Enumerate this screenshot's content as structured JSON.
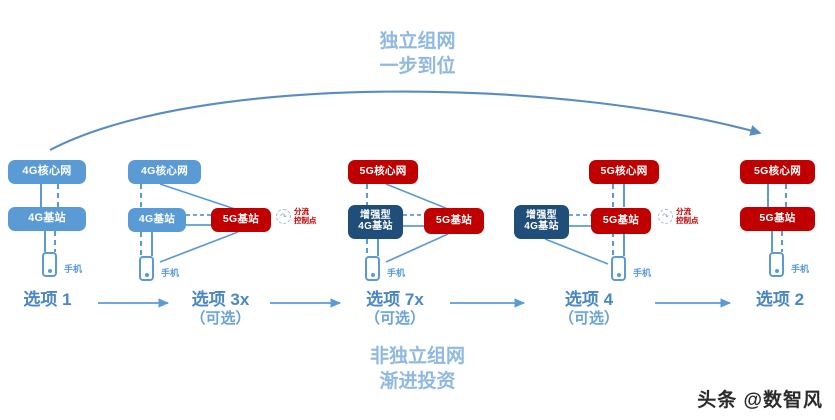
{
  "headings": {
    "top_line1": "独立组网",
    "top_line2": "一步到位",
    "bottom_line1": "非独立组网",
    "bottom_line2": "渐进投资"
  },
  "watermark": "头条 @数智风",
  "colors": {
    "blue": "#5B9BD5",
    "navy": "#1F4E79",
    "red": "#C00000",
    "heading_blue": "#8FB9E0",
    "option_blue": "#4A87C4"
  },
  "phone_label": "手机",
  "split_point": {
    "line1": "分流",
    "line2": "控制点",
    "icon": "arrow-in-dashed-circle-icon"
  },
  "columns": [
    {
      "id": "option-1",
      "option_main": "选项 1",
      "option_sub": "",
      "option_color": "blue",
      "nodes": [
        {
          "label": "4G核心网",
          "type": "blue"
        },
        {
          "label": "4G基站",
          "type": "blue"
        }
      ],
      "has_split_point": false
    },
    {
      "id": "option-3x",
      "option_main": "选项 3x",
      "option_sub": "（可选）",
      "option_color": "blue",
      "nodes": [
        {
          "label": "4G核心网",
          "type": "blue"
        },
        {
          "label": "4G基站",
          "type": "blue"
        },
        {
          "label": "5G基站",
          "type": "red"
        }
      ],
      "has_split_point": true
    },
    {
      "id": "option-7x",
      "option_main": "选项 7x",
      "option_sub": "（可选）",
      "option_color": "blue",
      "nodes": [
        {
          "label": "5G核心网",
          "type": "red"
        },
        {
          "label_line1": "增强型",
          "label_line2": "4G基站",
          "type": "navy"
        },
        {
          "label": "5G基站",
          "type": "red"
        }
      ],
      "has_split_point": false
    },
    {
      "id": "option-4",
      "option_main": "选项 4",
      "option_sub": "（可选）",
      "option_color": "blue",
      "nodes": [
        {
          "label": "5G核心网",
          "type": "red"
        },
        {
          "label_line1": "增强型",
          "label_line2": "4G基站",
          "type": "navy"
        },
        {
          "label": "5G基站",
          "type": "red"
        }
      ],
      "has_split_point": true
    },
    {
      "id": "option-2",
      "option_main": "选项 2",
      "option_sub": "",
      "option_color": "blue",
      "nodes": [
        {
          "label": "5G核心网",
          "type": "red"
        },
        {
          "label": "5G基站",
          "type": "red"
        }
      ],
      "has_split_point": false
    }
  ]
}
